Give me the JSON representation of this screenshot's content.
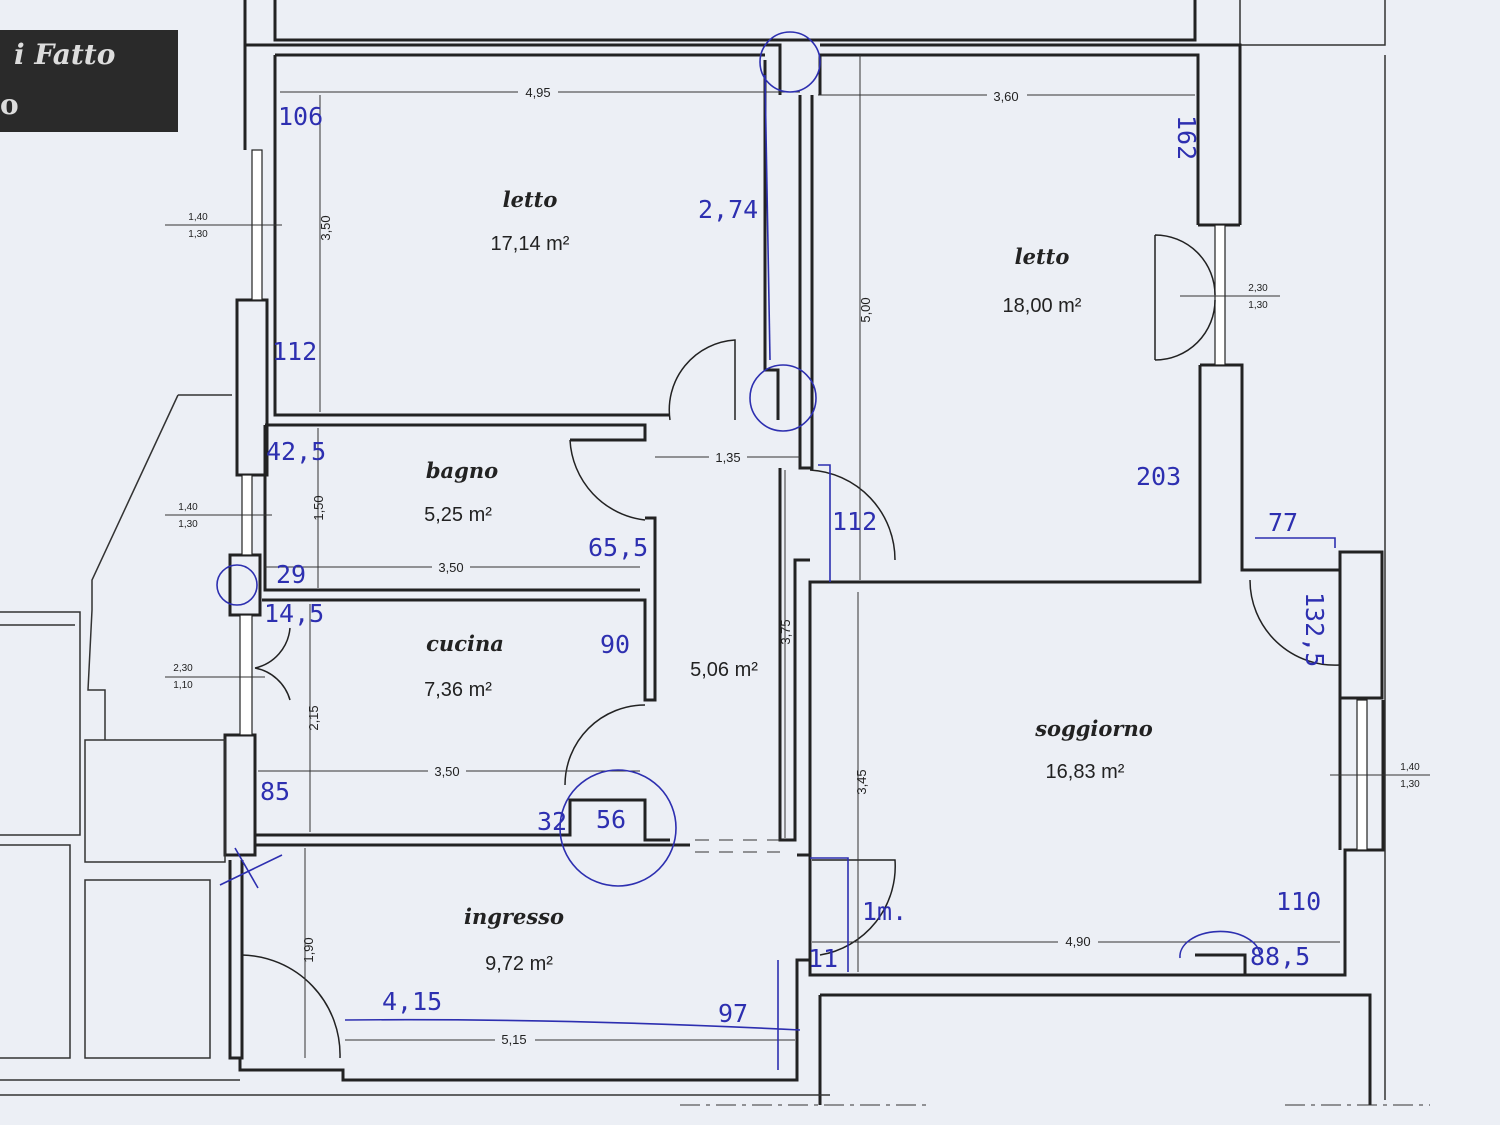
{
  "banner": {
    "title": "i Fatto",
    "sub": "o"
  },
  "rooms": [
    {
      "name": "letto",
      "area": "17,14 m²"
    },
    {
      "name": "letto",
      "area": "18,00 m²"
    },
    {
      "name": "bagno",
      "area": "5,25 m²"
    },
    {
      "name": "cucina",
      "area": "7,36 m²"
    },
    {
      "name": "",
      "area": "5,06 m²"
    },
    {
      "name": "soggiorno",
      "area": "16,83 m²"
    },
    {
      "name": "ingresso",
      "area": "9,72 m²"
    }
  ],
  "dimensions": [
    "4,95",
    "3,60",
    "3,50",
    "5,00",
    "1,35",
    "1,50",
    "3,50",
    "3,75",
    "2,15",
    "3,50",
    "3,45",
    "1,90",
    "4,90",
    "5,15"
  ],
  "windows": [
    {
      "top": "1,40",
      "bottom": "1,30"
    },
    {
      "top": "2,30",
      "bottom": "1,30"
    },
    {
      "top": "1,40",
      "bottom": "1,30"
    },
    {
      "top": "2,30",
      "bottom": "1,10"
    },
    {
      "top": "1,40",
      "bottom": "1,30"
    }
  ],
  "handwritten": [
    "106",
    "2,74",
    "162",
    "112",
    "42,5",
    "203",
    "77",
    "65,5",
    "112",
    "29",
    "14,5",
    "90",
    "132,5",
    "85",
    "32",
    "56",
    "1m.",
    "110",
    "11",
    "88,5",
    "4,15",
    "97"
  ]
}
